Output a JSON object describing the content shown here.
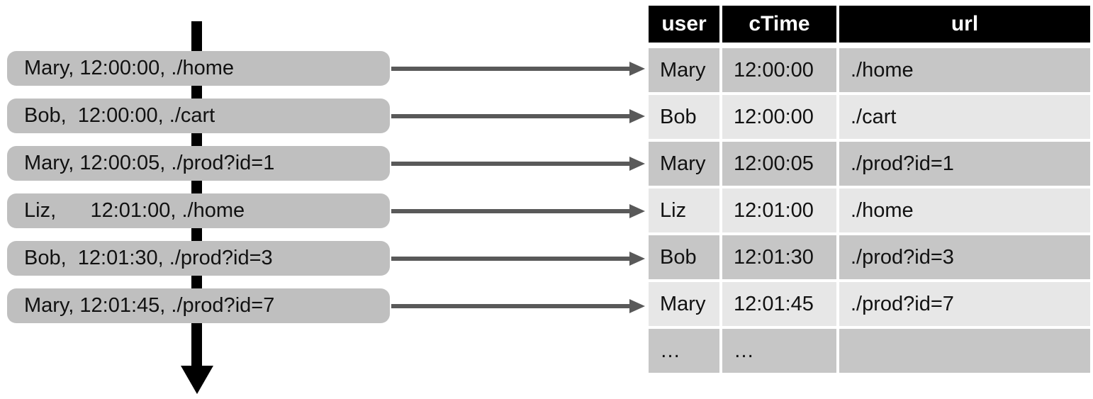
{
  "diagram": {
    "description_colors": {
      "event_box_fill": "#bfbfbf",
      "timeline_arrow": "#000000",
      "mapping_arrow": "#595959",
      "table_header_bg": "#000000",
      "table_header_text": "#ffffff",
      "table_row_dark": "#c6c6c6",
      "table_row_light": "#e7e7e7"
    },
    "stream": {
      "events": [
        "Mary, 12:00:00, ./home",
        "Bob,  12:00:00, ./cart",
        "Mary, 12:00:05, ./prod?id=1",
        "Liz,      12:01:00, ./home",
        "Bob,  12:01:30, ./prod?id=3",
        "Mary, 12:01:45, ./prod?id=7"
      ]
    },
    "table": {
      "columns": {
        "user": "user",
        "ctime": "cTime",
        "url": "url"
      },
      "rows": [
        {
          "user": "Mary",
          "ctime": "12:00:00",
          "url": "./home"
        },
        {
          "user": "Bob",
          "ctime": "12:00:00",
          "url": "./cart"
        },
        {
          "user": "Mary",
          "ctime": "12:00:05",
          "url": "./prod?id=1"
        },
        {
          "user": "Liz",
          "ctime": "12:01:00",
          "url": "./home"
        },
        {
          "user": "Bob",
          "ctime": "12:01:30",
          "url": "./prod?id=3"
        },
        {
          "user": "Mary",
          "ctime": "12:01:45",
          "url": "./prod?id=7"
        },
        {
          "user": "…",
          "ctime": "…",
          "url": ""
        }
      ]
    }
  }
}
